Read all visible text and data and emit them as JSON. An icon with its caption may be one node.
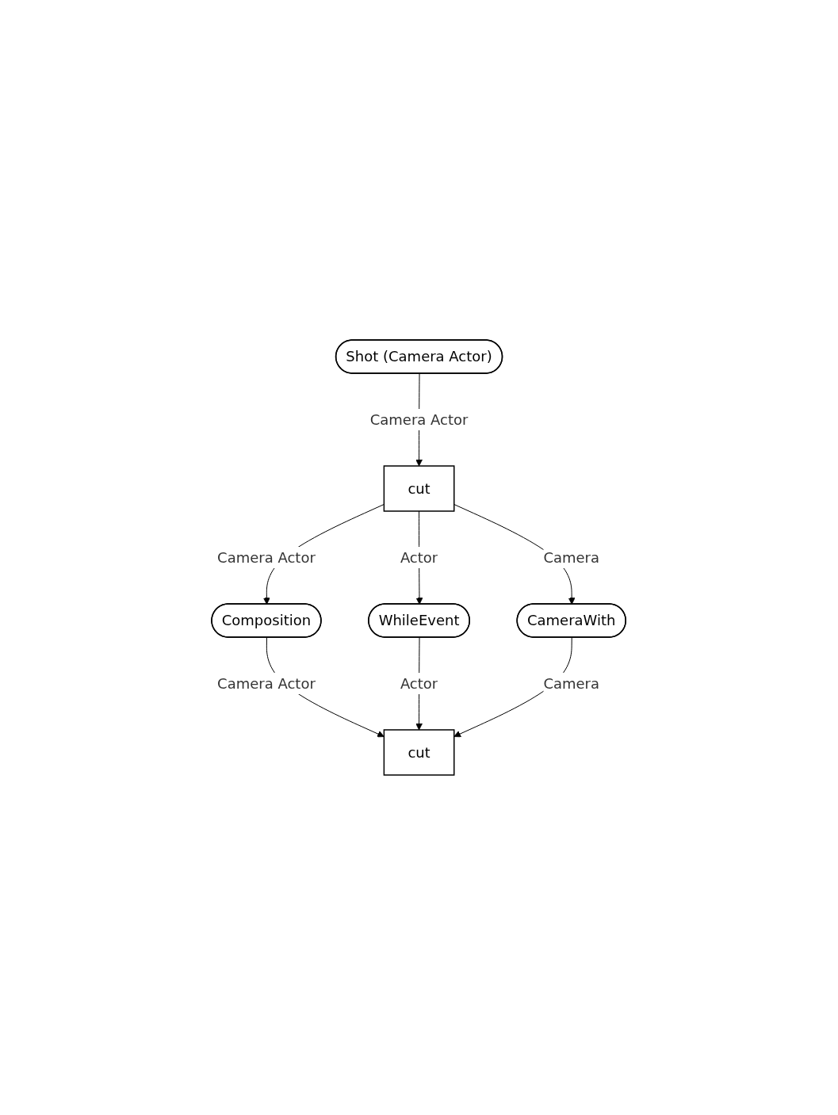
{
  "diagram": {
    "nodes": [
      {
        "text": [
          "Shot (Camera Actor)"
        ]
      },
      {
        "text": [
          "cut"
        ]
      },
      {
        "text": [
          "Composition"
        ]
      },
      {
        "text": [
          "WhileEvent"
        ]
      },
      {
        "text": [
          "CameraWith"
        ]
      },
      {
        "text": [
          "cut"
        ]
      }
    ],
    "edges": [
      {
        "from": 0,
        "to": 1,
        "arrow": "to",
        "label": "Camera Actor"
      },
      {
        "from": 1,
        "to": 2,
        "arrow": "to",
        "label": "Camera Actor"
      },
      {
        "from": 1,
        "to": 3,
        "arrow": "to",
        "label": "Actor"
      },
      {
        "from": 1,
        "to": 4,
        "arrow": "to",
        "label": "Camera"
      },
      {
        "from": 2,
        "to": 5,
        "arrow": "to",
        "label": "Camera Actor"
      },
      {
        "from": 3,
        "to": 5,
        "arrow": "to",
        "label": "Actor"
      },
      {
        "from": 4,
        "to": 5,
        "arrow": "to",
        "label": "Camera"
      }
    ]
  }
}
